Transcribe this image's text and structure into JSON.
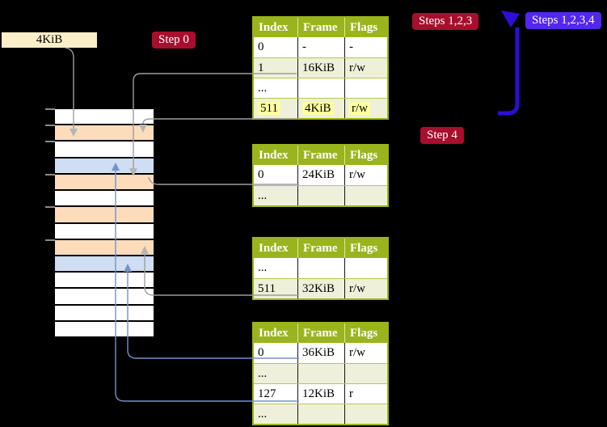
{
  "colors": {
    "background": "#000000",
    "table_header_bg": "#9ab41d",
    "table_row_shaded": "#eef0d9",
    "table_border": "#9ab41d",
    "highlight_yellow": "#ffff9e",
    "badge_crimson": "#a80e2d",
    "badge_blue": "#5227f0",
    "arrow_gray": "#9e9e9e",
    "arrow_blue_thin": "#7293c7",
    "arrow_blue_thick": "#2e0ed6",
    "memory_peach": "#fcdcbb",
    "memory_blue": "#cfdef2",
    "label_box_bg": "#fdeeca"
  },
  "labels": {
    "page_size": "4KiB",
    "step0": "Step 0",
    "steps123": "Steps 1,2,3",
    "steps1234": "Steps 1,2,3,4",
    "step4": "Step 4"
  },
  "tables": [
    {
      "name": "page-table-top",
      "headers": [
        "Index",
        "Frame",
        "Flags"
      ],
      "rows": [
        {
          "cells": [
            "0",
            "-",
            "-"
          ],
          "shaded": false,
          "highlighted": false
        },
        {
          "cells": [
            "1",
            "16KiB",
            "r/w"
          ],
          "shaded": true,
          "highlighted": false
        },
        {
          "cells": [
            "...",
            "",
            ""
          ],
          "shaded": false,
          "highlighted": false
        },
        {
          "cells": [
            "511",
            "4KiB",
            "r/w"
          ],
          "shaded": true,
          "highlighted": true
        }
      ]
    },
    {
      "name": "page-table-second",
      "headers": [
        "Index",
        "Frame",
        "Flags"
      ],
      "rows": [
        {
          "cells": [
            "0",
            "24KiB",
            "r/w"
          ],
          "shaded": false,
          "highlighted": false
        },
        {
          "cells": [
            "...",
            "",
            ""
          ],
          "shaded": true,
          "highlighted": false
        }
      ]
    },
    {
      "name": "page-table-third",
      "headers": [
        "Index",
        "Frame",
        "Flags"
      ],
      "rows": [
        {
          "cells": [
            "...",
            "",
            ""
          ],
          "shaded": false,
          "highlighted": false
        },
        {
          "cells": [
            "511",
            "32KiB",
            "r/w"
          ],
          "shaded": true,
          "highlighted": false
        }
      ]
    },
    {
      "name": "page-table-bottom",
      "headers": [
        "Index",
        "Frame",
        "Flags"
      ],
      "rows": [
        {
          "cells": [
            "0",
            "36KiB",
            "r/w"
          ],
          "shaded": false,
          "highlighted": false
        },
        {
          "cells": [
            "...",
            "",
            ""
          ],
          "shaded": true,
          "highlighted": false
        },
        {
          "cells": [
            "127",
            "12KiB",
            "r"
          ],
          "shaded": false,
          "highlighted": false
        },
        {
          "cells": [
            "...",
            "",
            ""
          ],
          "shaded": true,
          "highlighted": false
        }
      ]
    }
  ],
  "memory": {
    "rows": [
      "white",
      "peach",
      "white",
      "blue",
      "peach",
      "white",
      "peach",
      "white",
      "peach",
      "blue",
      "white",
      "white",
      "white",
      "white"
    ],
    "tick_rows": [
      0,
      1,
      2,
      4,
      6,
      8
    ]
  }
}
